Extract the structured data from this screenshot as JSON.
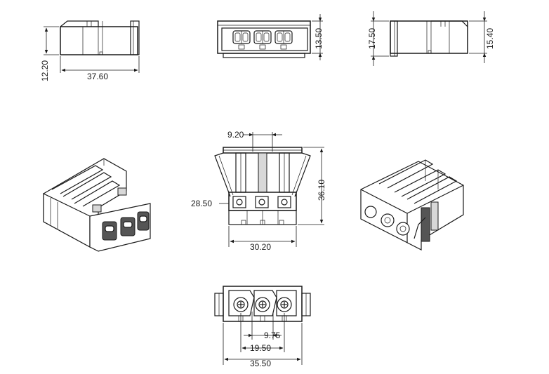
{
  "dimensions": {
    "side_left_length": "37.60",
    "side_left_height": "12.20",
    "front_top_height": "13.50",
    "side_right_total_height": "17.50",
    "side_right_body_height": "15.40",
    "center_pin_pitch": "9.20",
    "center_overall_height": "36.10",
    "center_body_height": "28.50",
    "center_width": "30.20",
    "bottom_pitch": "9.75",
    "bottom_span": "19.50",
    "bottom_width": "35.50"
  }
}
